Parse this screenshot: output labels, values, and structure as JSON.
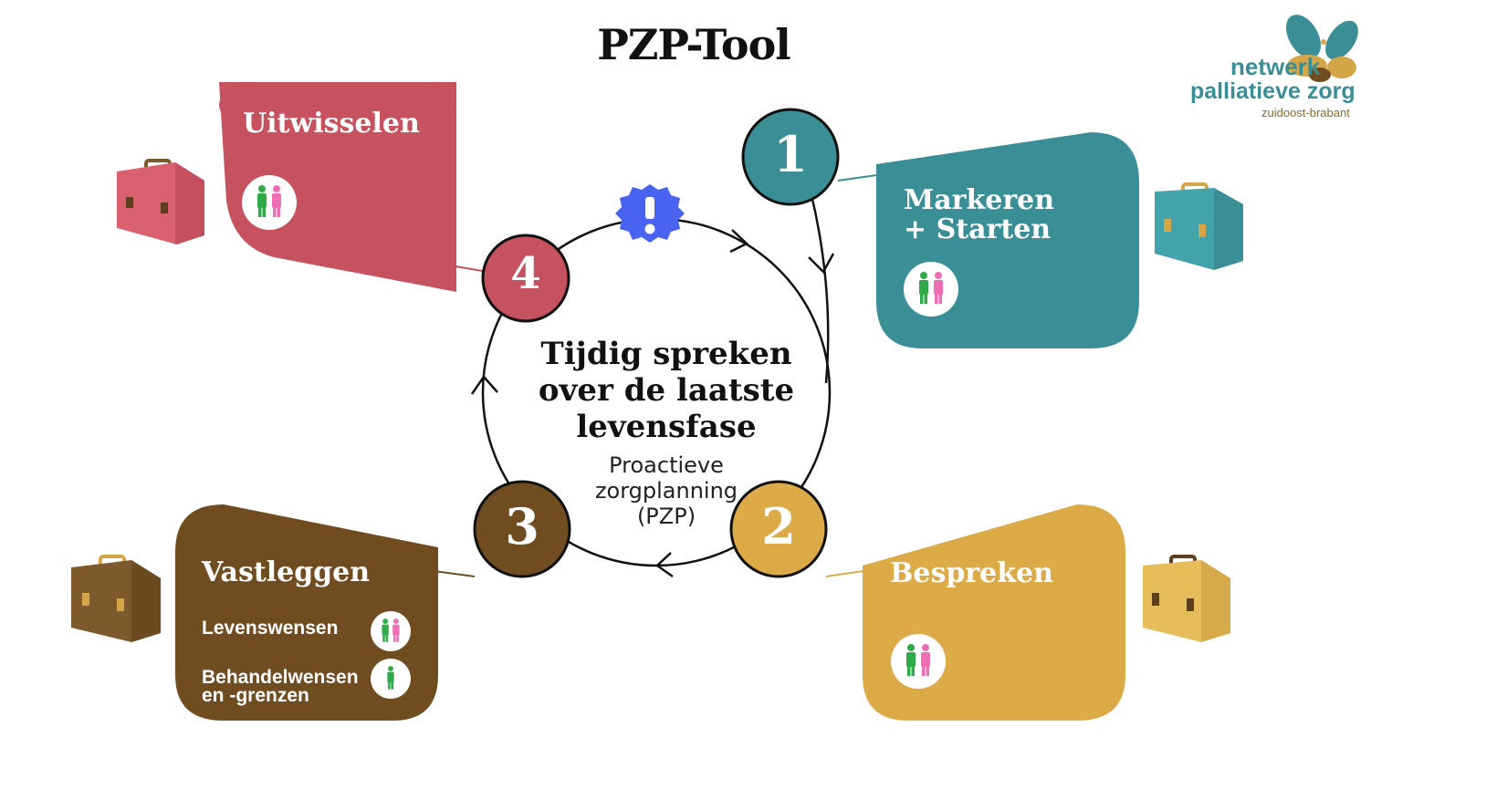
{
  "title": "PZP-Tool",
  "logo": {
    "line1": "netwerk",
    "line2": "palliatieve zorg",
    "line3": "zuidoost-brabant"
  },
  "center": {
    "main": "Tijdig spreken over de laatste levensfase",
    "sub_line1": "Proactieve",
    "sub_line2": "zorgplanning",
    "sub_line3": "(PZP)"
  },
  "colors": {
    "teal": "#3a8f96",
    "gold": "#dcab48",
    "brown": "#704d20",
    "red": "#c6515f",
    "exclaim": "#4a62f0",
    "green_person": "#2eab48",
    "pink_person": "#ee6eb6"
  },
  "steps": [
    {
      "number": "1",
      "title_line1": "Markeren",
      "title_line2": "+ Starten"
    },
    {
      "number": "2",
      "title_line1": "Bespreken"
    },
    {
      "number": "3",
      "title_line1": "Vastleggen",
      "rows": [
        {
          "label": "Levenswensen"
        },
        {
          "label_line1": "Behandelwensen",
          "label_line2": "en -grenzen"
        }
      ]
    },
    {
      "number": "4",
      "title_line1": "Uitwisselen"
    }
  ]
}
